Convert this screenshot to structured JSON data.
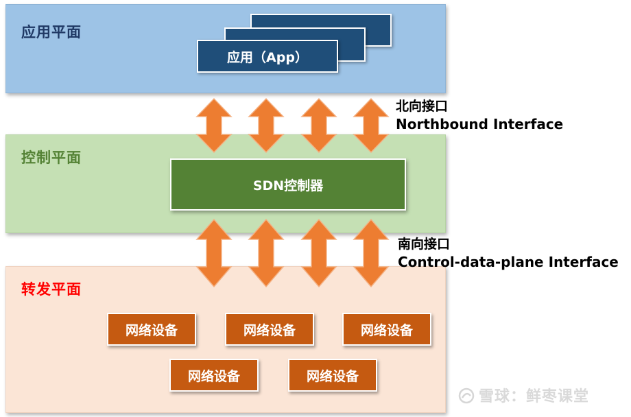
{
  "planes": {
    "application": {
      "title": "应用平面"
    },
    "control": {
      "title": "控制平面"
    },
    "forwarding": {
      "title": "转发平面"
    }
  },
  "app_box": {
    "label": "应用（App）"
  },
  "controller": {
    "label": "SDN控制器"
  },
  "devices": [
    "网络设备",
    "网络设备",
    "网络设备",
    "网络设备",
    "网络设备"
  ],
  "northbound": {
    "label_cn": "北向接口",
    "label_en": "Northbound Interface"
  },
  "southbound": {
    "label_cn": "南向接口",
    "label_en": "Control-data-plane Interface"
  },
  "watermark": {
    "text": "雪球：鲜枣课堂"
  },
  "colors": {
    "app_plane": "#9dc3e6",
    "control_plane": "#c5e0b4",
    "forwarding_plane": "#fbe5d6",
    "app_box": "#1f4e79",
    "controller": "#548235",
    "device": "#c55a11",
    "arrow": "#ed7d31"
  }
}
